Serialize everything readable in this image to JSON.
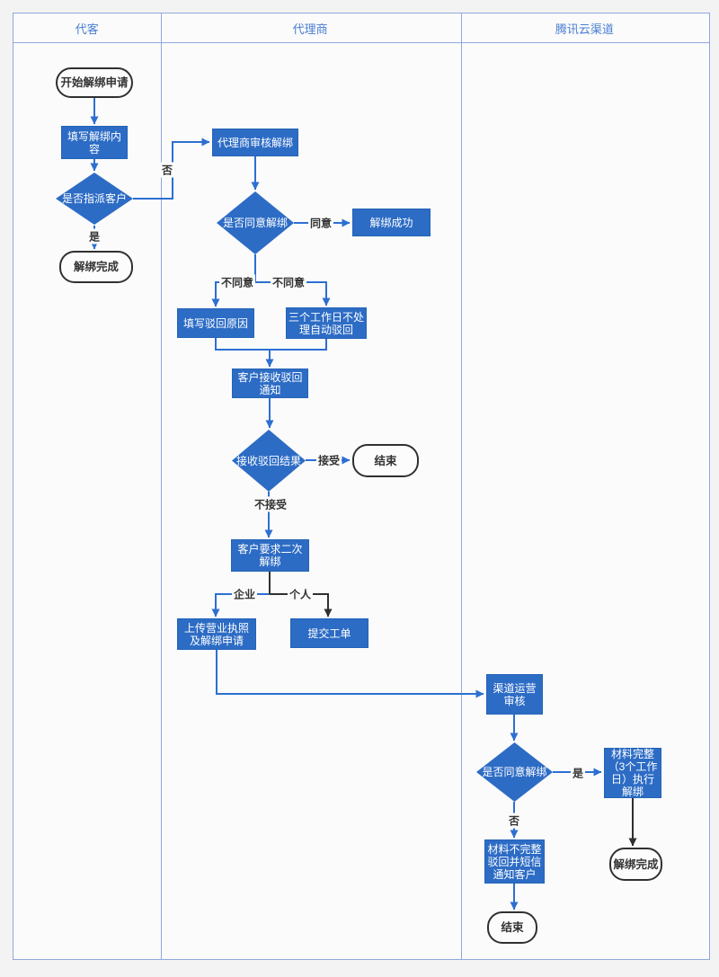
{
  "diagram": {
    "lanes": [
      {
        "title": "代客"
      },
      {
        "title": "代理商"
      },
      {
        "title": "腾讯云渠道"
      }
    ],
    "nodes": {
      "start": {
        "type": "terminator",
        "lane": "代客",
        "label": "开始解绑申请"
      },
      "fill_unbind_content": {
        "type": "process",
        "lane": "代客",
        "label": "填写解绑内容"
      },
      "assign_customer": {
        "type": "decision",
        "lane": "代客",
        "label": "是否指派客户"
      },
      "unbind_complete_1": {
        "type": "terminator",
        "lane": "代客",
        "label": "解绑完成"
      },
      "agent_review": {
        "type": "process",
        "lane": "代理商",
        "label": "代理商审核解绑"
      },
      "agree_unbind": {
        "type": "decision",
        "lane": "代理商",
        "label": "是否同意解绑"
      },
      "unbind_success": {
        "type": "process",
        "lane": "代理商",
        "label": "解绑成功"
      },
      "fill_reject_reason": {
        "type": "process",
        "lane": "代理商",
        "label": "填写驳回原因"
      },
      "auto_reject": {
        "type": "process",
        "lane": "代理商",
        "label": "三个工作日不处理自动驳回"
      },
      "customer_receive_reject": {
        "type": "process",
        "lane": "代理商",
        "label": "客户接收驳回通知"
      },
      "receive_reject_result": {
        "type": "decision",
        "lane": "代理商",
        "label": "接收驳回结果"
      },
      "end_1": {
        "type": "terminator",
        "lane": "代理商",
        "label": "结束"
      },
      "second_unbind_request": {
        "type": "process",
        "lane": "代理商",
        "label": "客户要求二次解绑"
      },
      "upload_license": {
        "type": "process",
        "lane": "代理商",
        "label": "上传营业执照及解绑申请"
      },
      "submit_ticket": {
        "type": "process",
        "lane": "代理商",
        "label": "提交工单"
      },
      "channel_ops_review": {
        "type": "process",
        "lane": "腾讯云渠道",
        "label": "渠道运营审核"
      },
      "channel_agree_unbind": {
        "type": "decision",
        "lane": "腾讯云渠道",
        "label": "是否同意解绑"
      },
      "material_complete": {
        "type": "process",
        "lane": "腾讯云渠道",
        "label": "材料完整（3个工作日）执行解绑"
      },
      "material_incomplete": {
        "type": "process",
        "lane": "腾讯云渠道",
        "label": "材料不完整驳回并短信通知客户"
      },
      "unbind_complete_2": {
        "type": "terminator",
        "lane": "腾讯云渠道",
        "label": "解绑完成"
      },
      "end_2": {
        "type": "terminator",
        "lane": "腾讯云渠道",
        "label": "结束"
      }
    },
    "edge_labels": {
      "no_1": "否",
      "yes_1": "是",
      "agree": "同意",
      "disagree_left": "不同意",
      "disagree_right": "不同意",
      "accept": "接受",
      "not_accept": "不接受",
      "enterprise": "企业",
      "personal": "个人",
      "yes_2": "是",
      "no_2": "否"
    },
    "colors": {
      "shape_fill": "#2d6cc5",
      "shape_border": "#2364b6",
      "connector_blue": "#2d6fd2",
      "connector_dark": "#303030",
      "lane_border": "#8fa9dc",
      "lane_title_text": "#4a7ed2",
      "terminator_fill": "#fcfcfc",
      "terminator_border": "#303030"
    }
  }
}
